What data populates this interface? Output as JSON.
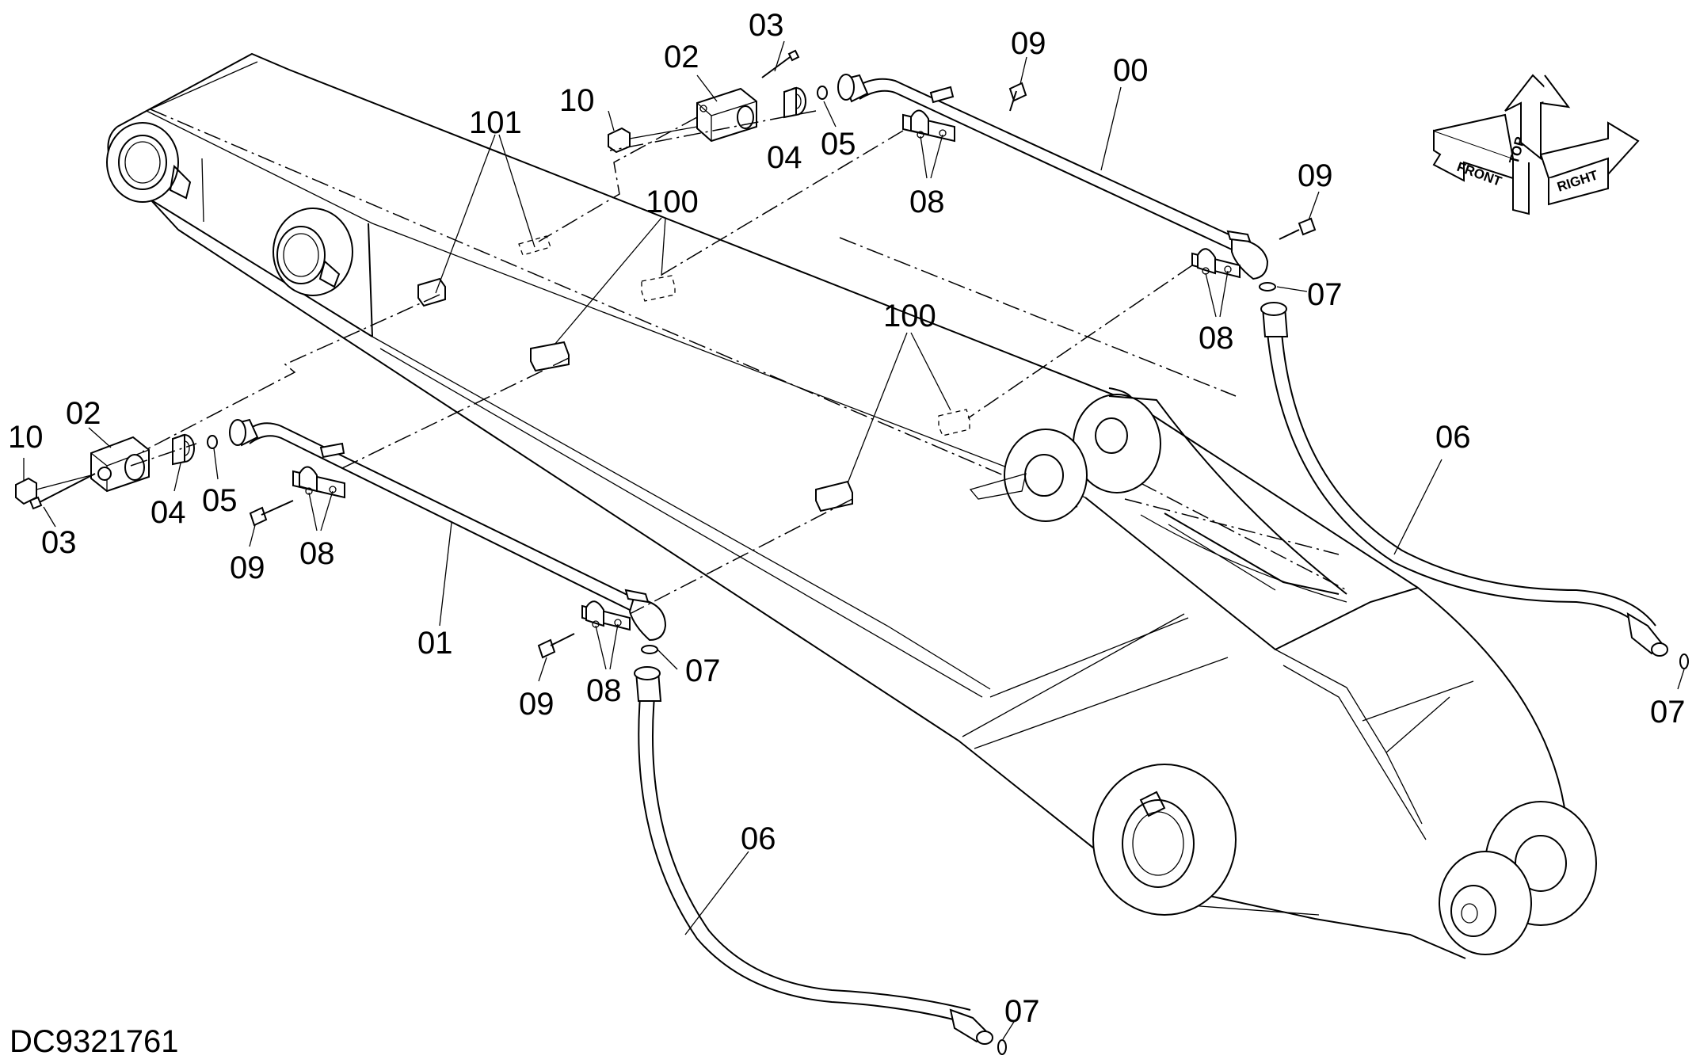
{
  "diagram_code": "DC9321761",
  "orientation_arrows": {
    "front": "FRONT",
    "top": "TOP",
    "right": "RIGHT"
  },
  "callouts": {
    "c00": "00",
    "c01": "01",
    "c02a": "02",
    "c02b": "02",
    "c03a": "03",
    "c03b": "03",
    "c04a": "04",
    "c04b": "04",
    "c05a": "05",
    "c05b": "05",
    "c06a": "06",
    "c06b": "06",
    "c07a": "07",
    "c07b": "07",
    "c07c": "07",
    "c07d": "07",
    "c08a": "08",
    "c08b": "08",
    "c08c": "08",
    "c08d": "08",
    "c09a": "09",
    "c09b": "09",
    "c09c": "09",
    "c09d": "09",
    "c10a": "10",
    "c10b": "10",
    "c100a": "100",
    "c100b": "100",
    "c101": "101"
  }
}
